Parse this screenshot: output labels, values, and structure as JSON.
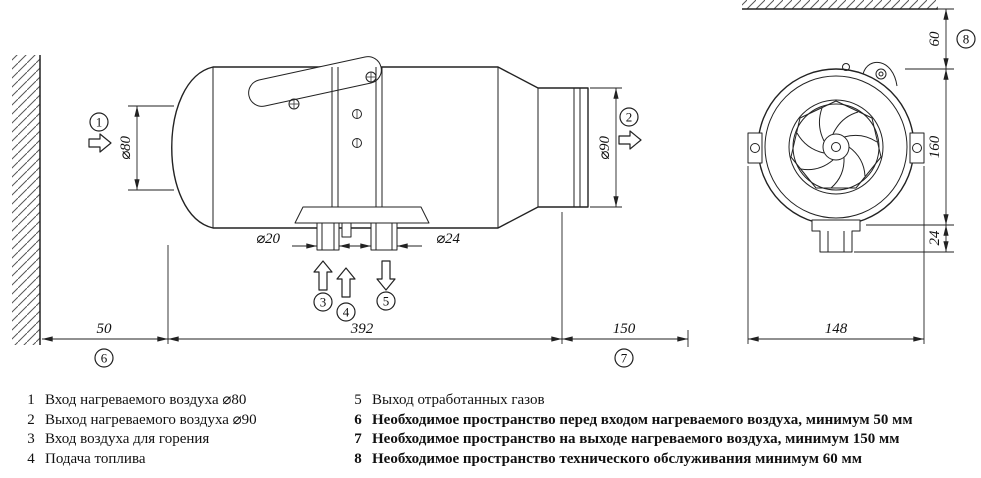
{
  "side_view": {
    "d80": "⌀80",
    "d90": "⌀90",
    "d20": "⌀20",
    "d24": "⌀24",
    "len50": "50",
    "len392": "392",
    "len150": "150",
    "c1": "1",
    "c2": "2",
    "c3": "3",
    "c4": "4",
    "c5": "5",
    "c6": "6",
    "c7": "7"
  },
  "front_view": {
    "h60": "60",
    "h160": "160",
    "h24": "24",
    "w148": "148",
    "c8": "8"
  },
  "legend": {
    "items_left": [
      {
        "num": "1",
        "text": "Вход нагреваемого воздуха ⌀80"
      },
      {
        "num": "2",
        "text": "Выход нагреваемого воздуха ⌀90"
      },
      {
        "num": "3",
        "text": "Вход воздуха для горения"
      },
      {
        "num": "4",
        "text": "Подача топлива"
      }
    ],
    "items_right": [
      {
        "num": "5",
        "text": "Выход отработанных газов"
      },
      {
        "num": "6",
        "text": "Необходимое пространство перед входом нагреваемого воздуха, минимум 50 мм"
      },
      {
        "num": "7",
        "text": "Необходимое пространство на выходе нагреваемого воздуха, минимум 150 мм"
      },
      {
        "num": "8",
        "text": "Необходимое пространство технического обслуживания минимум 60 мм"
      }
    ]
  }
}
